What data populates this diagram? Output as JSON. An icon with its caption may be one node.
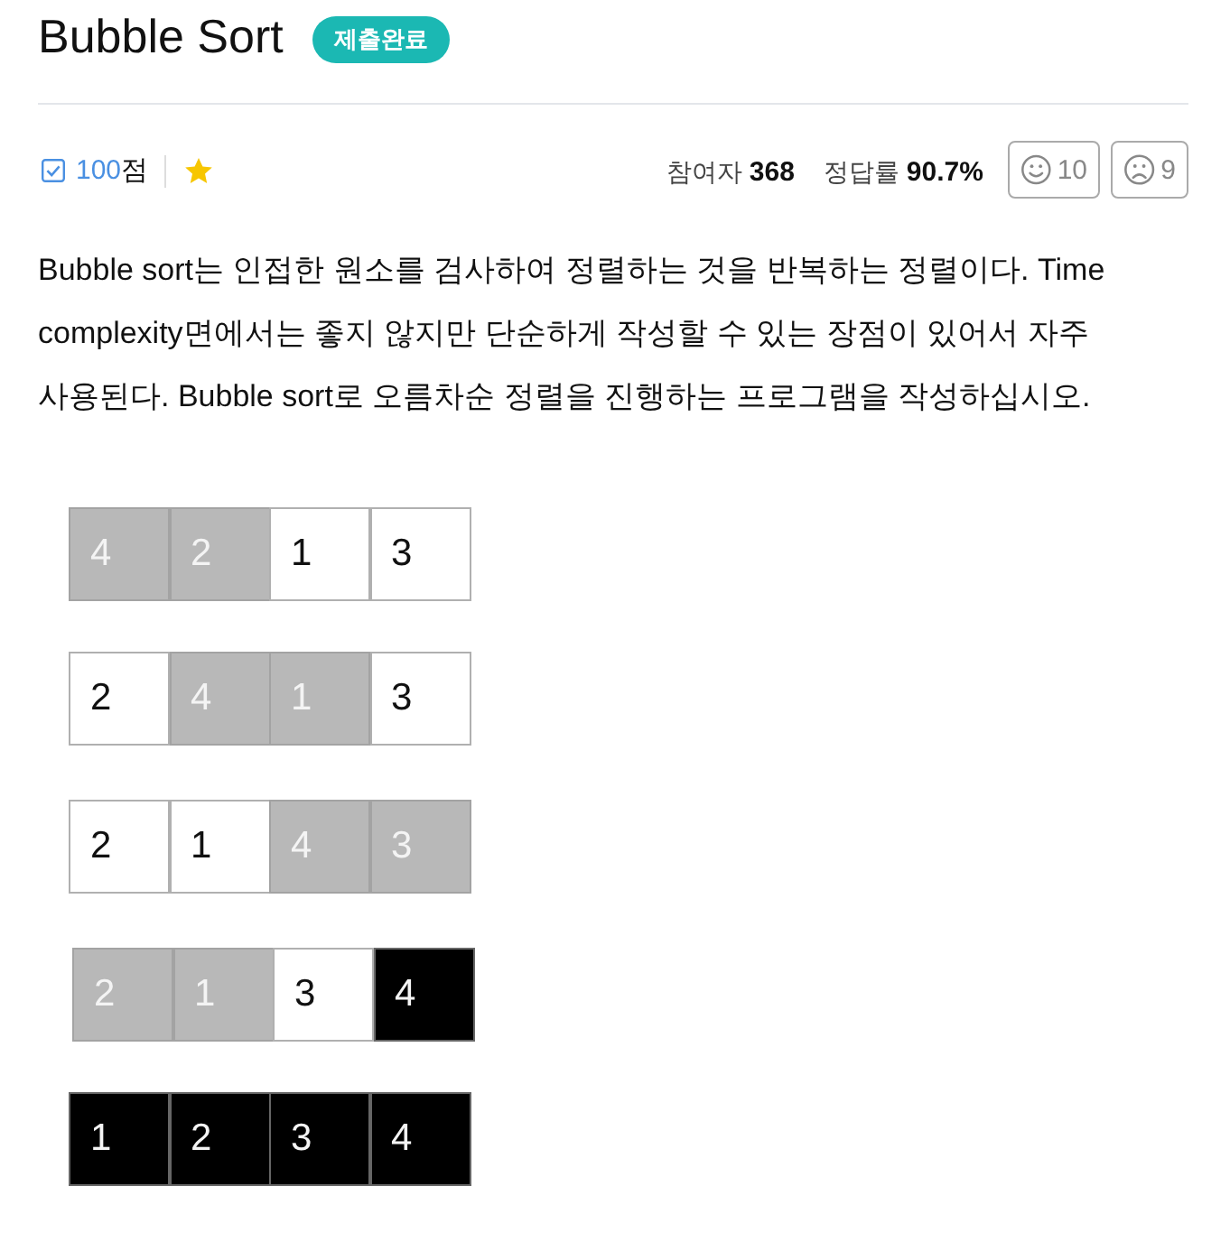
{
  "diagram": {
    "title": "Bubble Sort",
    "labels": [
      "제출완료",
      "100",
      "점",
      "참여자 **368**",
      "정답률 **90.7%**",
      "10",
      "9",
      "Bubble sort는 인접한 원소를 검사하여 정렬하는 것을 반복하는 정렬이다. Time complexity면에서는 좋지 않지만 단순하게 작성할 수 있는 장점이 있어서 자주 사용된다. Bubble sort로 오름차순 정렬을 진행하는 프로그램을 작성하십시오.",
      "4",
      "2",
      "1",
      "3",
      "2",
      "4",
      "1",
      "3",
      "2",
      "1",
      "4",
      "3",
      "2",
      "1",
      "3",
      "4",
      "1",
      "2",
      "3",
      "4"
    ]
  }
}
